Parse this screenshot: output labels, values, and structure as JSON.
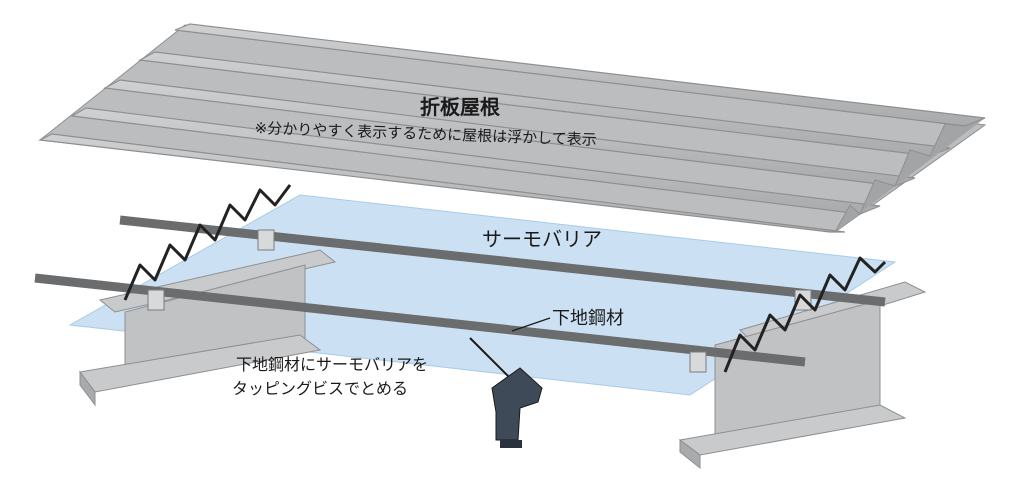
{
  "labels": {
    "roof_title": "折板屋根",
    "roof_note": "※分かりやすく表示するために屋根は浮かして表示",
    "thermo_barrier": "サーモバリア",
    "base_steel": "下地鋼材",
    "instruction_line1": "下地鋼材にサーモバリアを",
    "instruction_line2": "タッピングビスでとめる"
  },
  "colors": {
    "roof": "#bcbdbf",
    "roof_dark": "#a3a4a6",
    "thermo_sheet": "#bcd9f0",
    "steel_bar": "#6b6c6e",
    "i_beam": "#c9cacc",
    "drill_body": "#3f4a59"
  }
}
